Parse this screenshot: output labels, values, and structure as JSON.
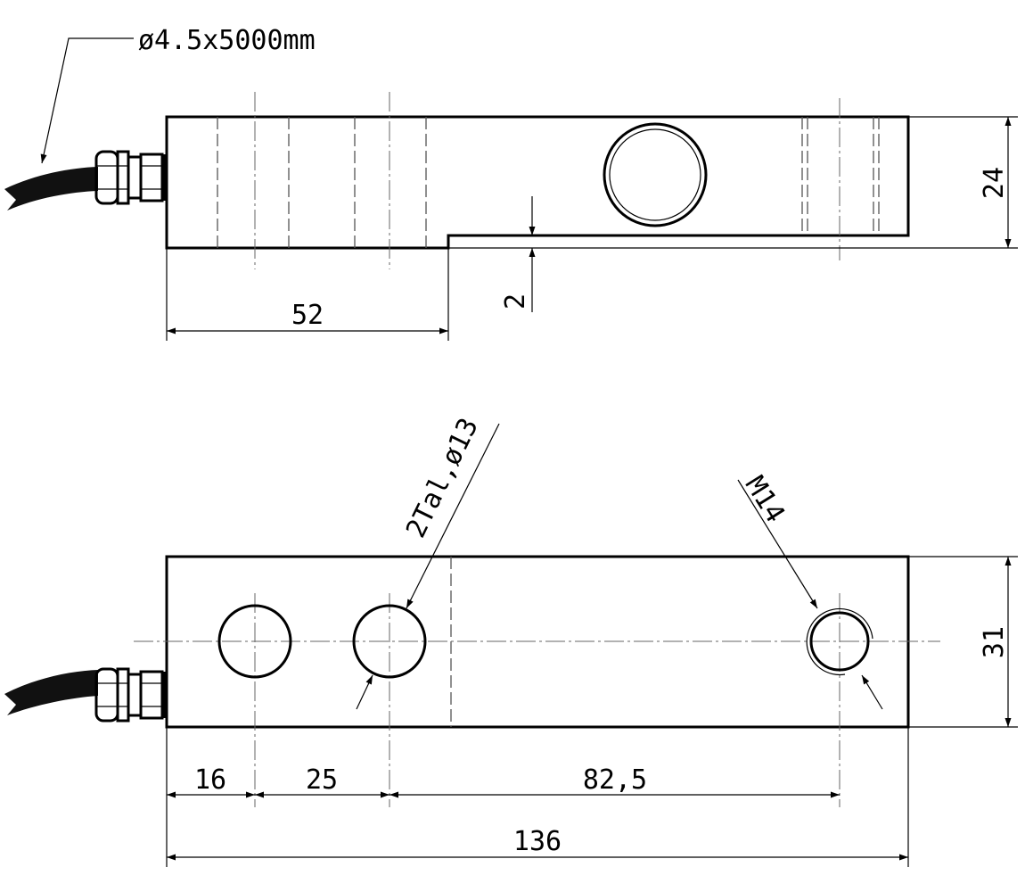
{
  "drawing": {
    "cable_spec": "ø4.5x5000mm",
    "side_view": {
      "height_dim": "24",
      "length_dim": "52",
      "step_dim": "2"
    },
    "top_view": {
      "hole_callout": "2Tal,ø13",
      "thread_callout": "M14",
      "width_dim": "31",
      "dim_16": "16",
      "dim_25": "25",
      "dim_82_5": "82,5",
      "total_length": "136"
    }
  }
}
